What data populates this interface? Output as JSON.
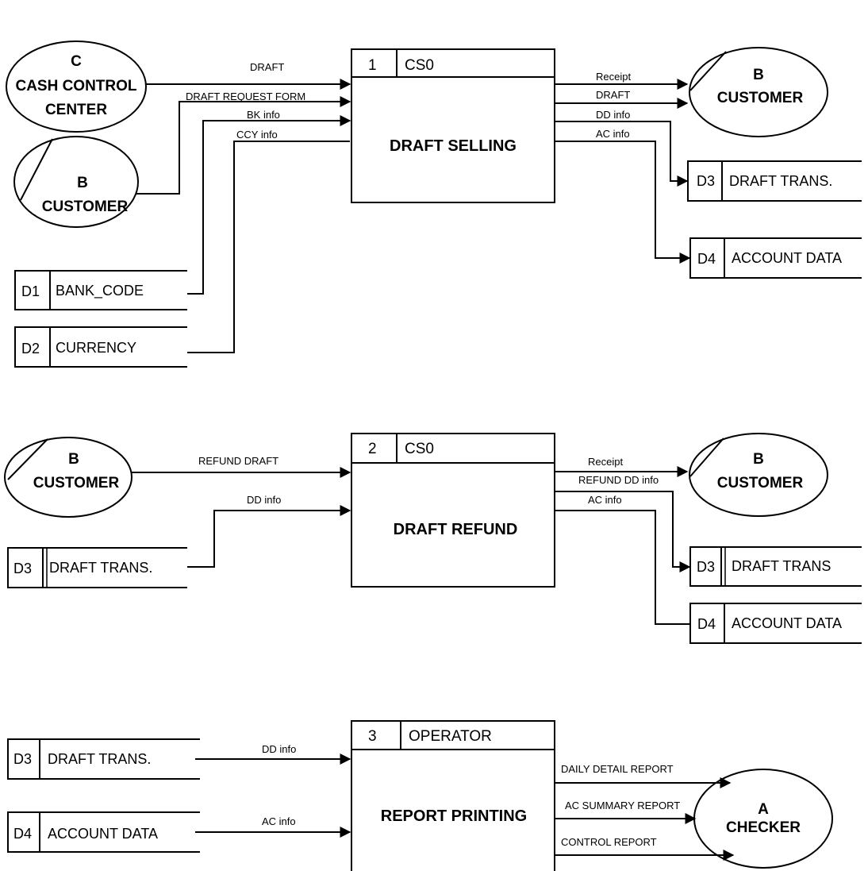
{
  "processes": [
    {
      "number": "1",
      "owner": "CS0",
      "name": "DRAFT SELLING"
    },
    {
      "number": "2",
      "owner": "CS0",
      "name": "DRAFT REFUND"
    },
    {
      "number": "3",
      "owner": "OPERATOR",
      "name": "REPORT PRINTING"
    }
  ],
  "entities": [
    {
      "code": "C",
      "name_line1": "CASH CONTROL",
      "name_line2": "CENTER"
    },
    {
      "code": "B",
      "name": "CUSTOMER"
    },
    {
      "code": "B",
      "name": "CUSTOMER"
    },
    {
      "code": "B",
      "name": "CUSTOMER"
    },
    {
      "code": "B",
      "name": "CUSTOMER"
    },
    {
      "code": "A",
      "name": "CHECKER"
    }
  ],
  "stores": [
    {
      "id": "D1",
      "name": "BANK_CODE"
    },
    {
      "id": "D2",
      "name": "CURRENCY"
    },
    {
      "id": "D3",
      "name": "DRAFT TRANS."
    },
    {
      "id": "D4",
      "name": "ACCOUNT DATA"
    },
    {
      "id": "D3",
      "name": "DRAFT TRANS."
    },
    {
      "id": "D3",
      "name": "DRAFT TRANS"
    },
    {
      "id": "D4",
      "name": "ACCOUNT DATA"
    },
    {
      "id": "D3",
      "name": "DRAFT TRANS."
    },
    {
      "id": "D4",
      "name": "ACCOUNT DATA"
    }
  ],
  "flows": {
    "p1_in": [
      "DRAFT",
      "DRAFT REQUEST FORM",
      "BK info",
      "CCY info"
    ],
    "p1_out": [
      "Receipt",
      "DRAFT",
      "DD info",
      "AC info"
    ],
    "p2_in": [
      "REFUND DRAFT",
      "DD info"
    ],
    "p2_out": [
      "Receipt",
      "REFUND DD info",
      "AC info"
    ],
    "p3_in": [
      "DD info",
      "AC info"
    ],
    "p3_out": [
      "DAILY DETAIL REPORT",
      "AC SUMMARY REPORT",
      "CONTROL REPORT"
    ]
  }
}
